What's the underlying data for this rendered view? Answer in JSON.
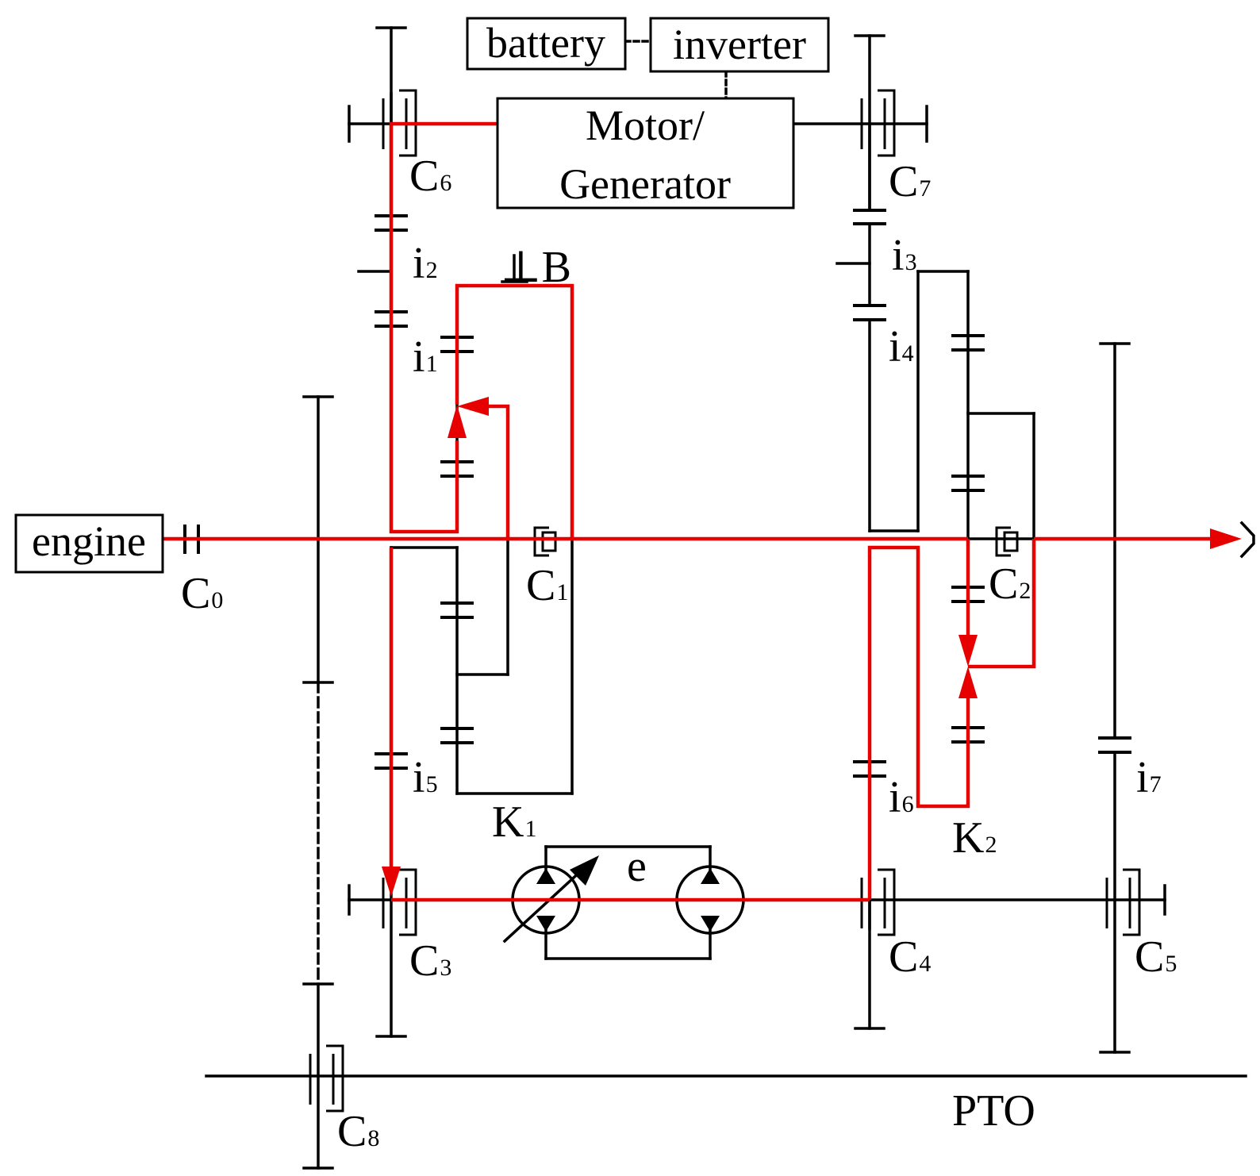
{
  "boxes": {
    "engine": "engine",
    "battery": "battery",
    "inverter": "inverter",
    "motor_generator_line1": "Motor/",
    "motor_generator_line2": "Generator"
  },
  "labels": {
    "C0": {
      "main": "C",
      "sub": "0"
    },
    "C1": {
      "main": "C",
      "sub": "1"
    },
    "C2": {
      "main": "C",
      "sub": "2"
    },
    "C3": {
      "main": "C",
      "sub": "3"
    },
    "C4": {
      "main": "C",
      "sub": "4"
    },
    "C5": {
      "main": "C",
      "sub": "5"
    },
    "C6": {
      "main": "C",
      "sub": "6"
    },
    "C7": {
      "main": "C",
      "sub": "7"
    },
    "C8": {
      "main": "C",
      "sub": "8"
    },
    "i1": {
      "main": "i",
      "sub": "1"
    },
    "i2": {
      "main": "i",
      "sub": "2"
    },
    "i3": {
      "main": "i",
      "sub": "3"
    },
    "i4": {
      "main": "i",
      "sub": "4"
    },
    "i5": {
      "main": "i",
      "sub": "5"
    },
    "i6": {
      "main": "i",
      "sub": "6"
    },
    "i7": {
      "main": "i",
      "sub": "7"
    },
    "K1": {
      "main": "K",
      "sub": "1"
    },
    "K2": {
      "main": "K",
      "sub": "2"
    },
    "B": "⊥B",
    "e": "e",
    "PTO": "PTO"
  },
  "colors": {
    "power_flow": "#e60000",
    "structure": "#000000"
  }
}
